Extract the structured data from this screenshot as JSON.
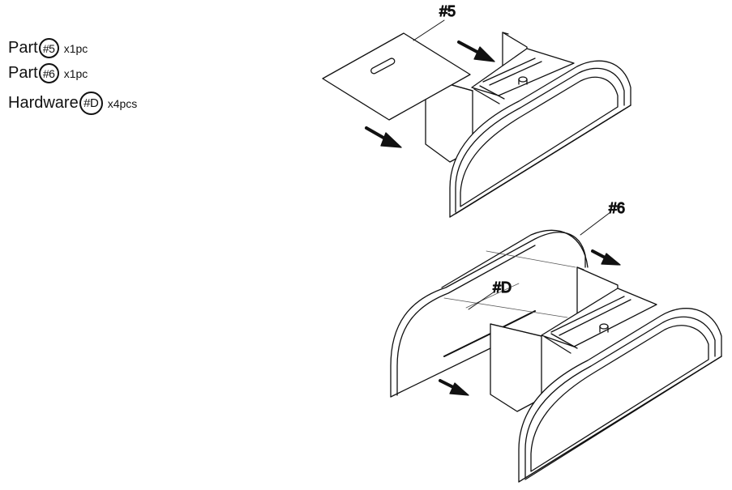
{
  "parts": [
    {
      "word": "Part",
      "id": "#5",
      "qty": "x1pc"
    },
    {
      "word": "Part",
      "id": "#6",
      "qty": "x1pc"
    },
    {
      "word": "Hardware",
      "id": "#D",
      "qty": "x4pcs"
    }
  ],
  "callouts": {
    "part5": "#5",
    "part6": "#6",
    "hardwareD": "#D"
  }
}
